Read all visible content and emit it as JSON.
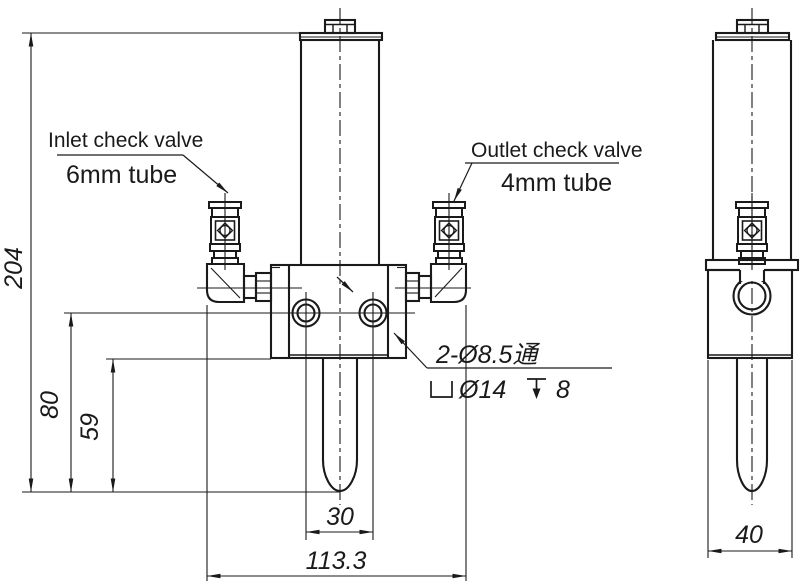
{
  "callouts": {
    "inlet_line1": "Inlet check valve",
    "inlet_line2": "6mm tube",
    "outlet_line1": "Outlet check valve",
    "outlet_line2": "4mm tube"
  },
  "dimensions": {
    "overall_height": "204",
    "hole_center_height": "80",
    "block_bottom_height": "59",
    "hole_spacing": "30",
    "overall_width": "113.3",
    "side_view_width": "40"
  },
  "hole_note": {
    "line1": "2-Ø8.5通",
    "counterbore_dia": "Ø14",
    "counterbore_depth": "8"
  },
  "colors": {
    "line": "#1a1a1a",
    "background": "#ffffff"
  }
}
